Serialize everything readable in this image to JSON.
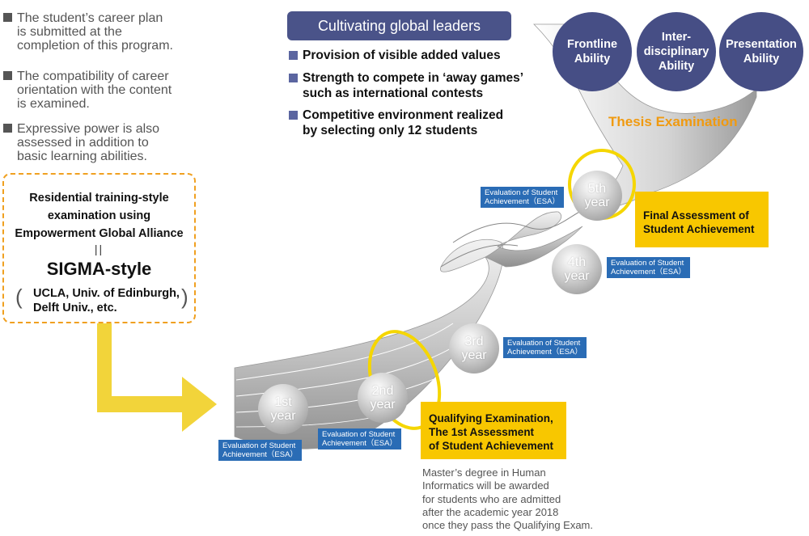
{
  "left_notes": [
    {
      "text": "The student’s career plan\nis submitted at the\ncompletion of this program."
    },
    {
      "text": "The compatibility of career\norientation with the content\nis examined."
    },
    {
      "text": "Expressive power is also\nassessed in addition to\nbasic learning abilities."
    }
  ],
  "exam_box": {
    "description": "Residential training-style\nexamination using\nEmpowerment Global Alliance",
    "equals": "||",
    "name": "SIGMA-style",
    "universities": "UCLA, Univ. of Edinburgh,\nDelft Univ., etc."
  },
  "header": {
    "title": "Cultivating global leaders"
  },
  "points": [
    {
      "text": "Provision of visible added values"
    },
    {
      "text": "Strength to compete in ‘away games’\nsuch as international contests"
    },
    {
      "text": "Competitive environment realized\nby selecting only 12 students"
    }
  ],
  "abilities": [
    {
      "label": "Frontline\nAbility"
    },
    {
      "label": "Inter-\ndisciplinary\nAbility"
    },
    {
      "label": "Presentation\nAbility"
    }
  ],
  "thesis_label": "Thesis Examination",
  "years": [
    {
      "label": "1st\nyear"
    },
    {
      "label": "2nd\nyear"
    },
    {
      "label": "3rd\nyear"
    },
    {
      "label": "4th\nyear"
    },
    {
      "label": "5th\nyear"
    }
  ],
  "esa_label": "Evaluation of Student\nAchievement（ESA）",
  "qualifying_box": "Qualifying Examination,\nThe 1st Assessment\n  of Student Achievement",
  "final_box": "Final Assessment of\nStudent Achievement",
  "master_note": "Master’s degree in Human\nInformatics will be awarded\nfor students who are admitted\nafter the academic year 2018\nonce they pass the Qualifying Exam.",
  "colors": {
    "header_bg": "#4a5389",
    "ability_circle": "#464e85",
    "thesis_text": "#f09a10",
    "esa_bg": "#2a6cb5",
    "highlight_box": "#f8c700",
    "arrow": "#f2d43a",
    "dotted_border": "#f0a020"
  }
}
